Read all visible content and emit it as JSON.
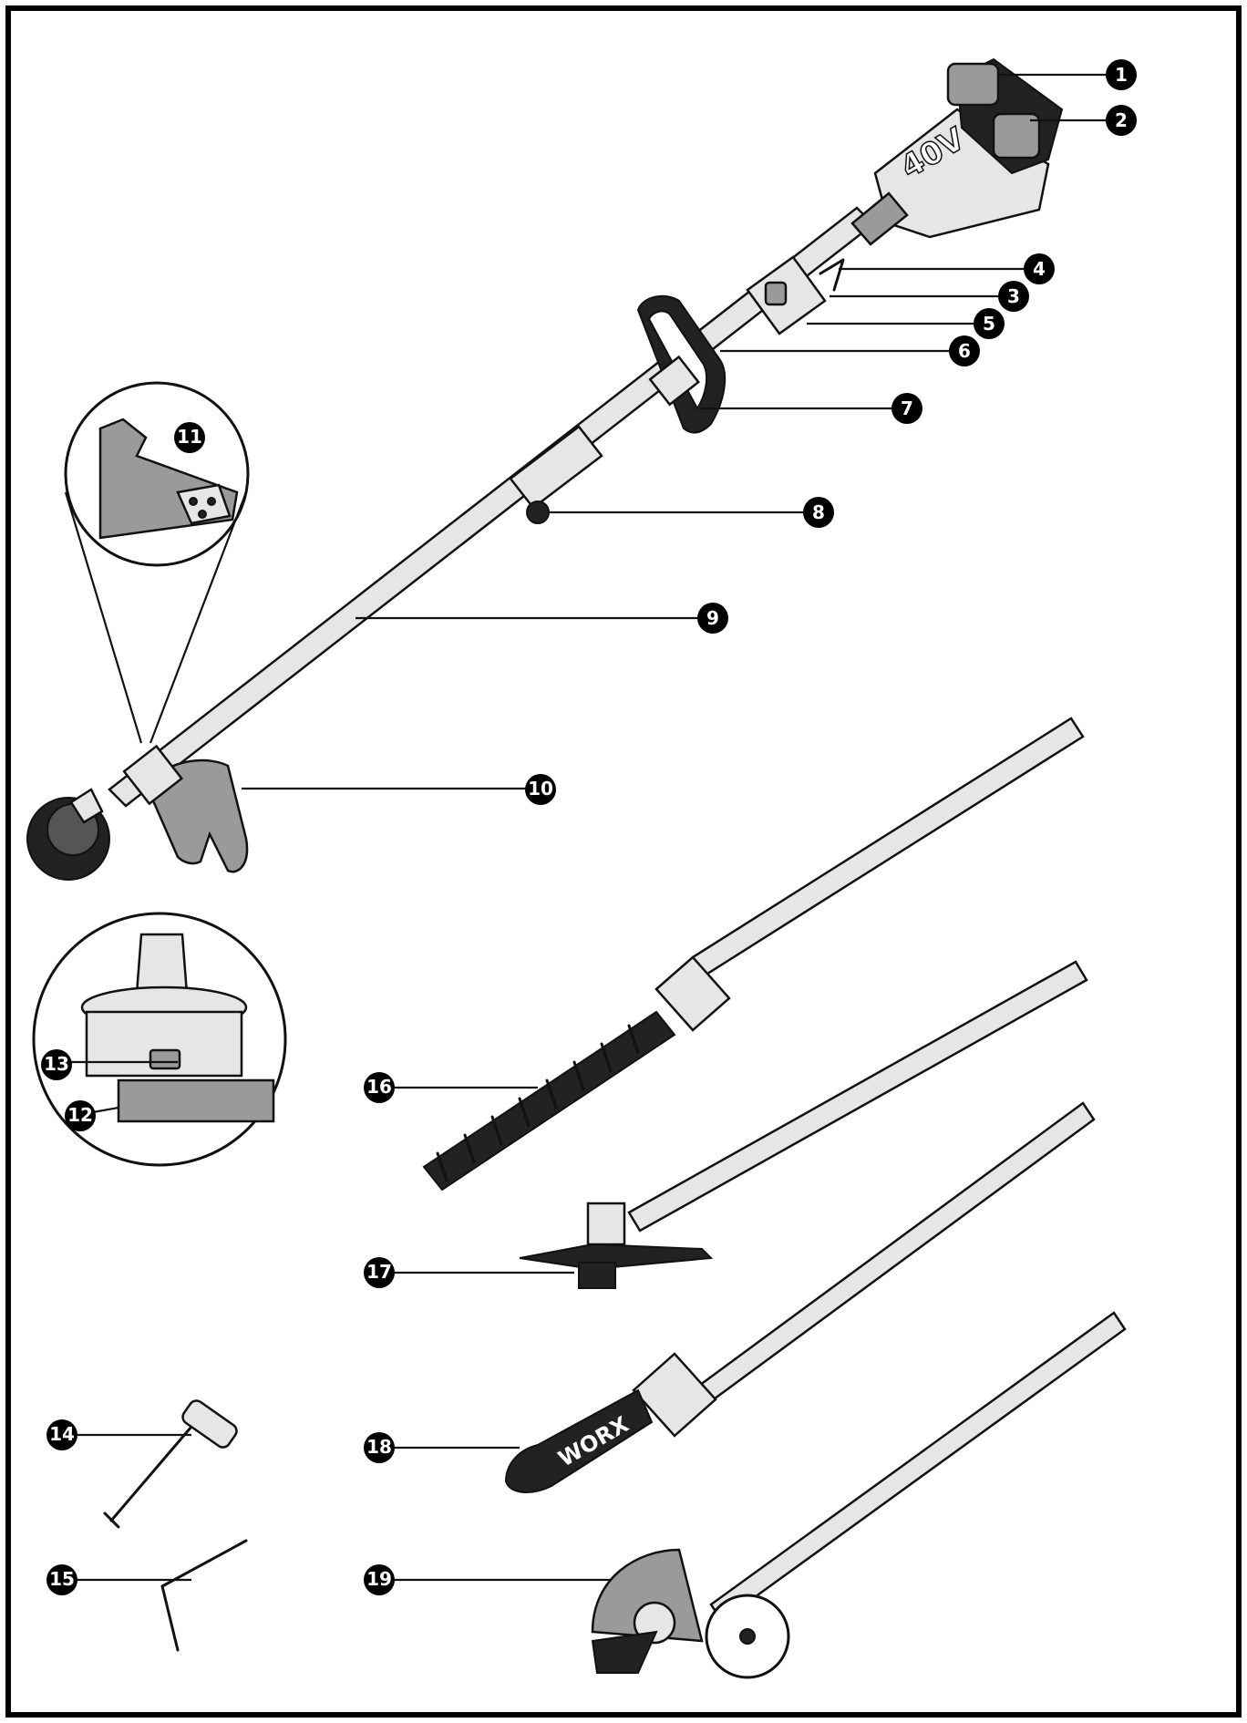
{
  "battery_label": "40V",
  "brand_label": "WORX",
  "callouts": [
    {
      "id": "1",
      "num": "1"
    },
    {
      "id": "2",
      "num": "2"
    },
    {
      "id": "3",
      "num": "3"
    },
    {
      "id": "4",
      "num": "4"
    },
    {
      "id": "5",
      "num": "5"
    },
    {
      "id": "6",
      "num": "6"
    },
    {
      "id": "7",
      "num": "7"
    },
    {
      "id": "8",
      "num": "8"
    },
    {
      "id": "9",
      "num": "9"
    },
    {
      "id": "10",
      "num": "10"
    },
    {
      "id": "11",
      "num": "11"
    },
    {
      "id": "12",
      "num": "12"
    },
    {
      "id": "13",
      "num": "13"
    },
    {
      "id": "14",
      "num": "14"
    },
    {
      "id": "15",
      "num": "15"
    },
    {
      "id": "16",
      "num": "16"
    },
    {
      "id": "17",
      "num": "17"
    },
    {
      "id": "18",
      "num": "18"
    },
    {
      "id": "19",
      "num": "19"
    }
  ]
}
